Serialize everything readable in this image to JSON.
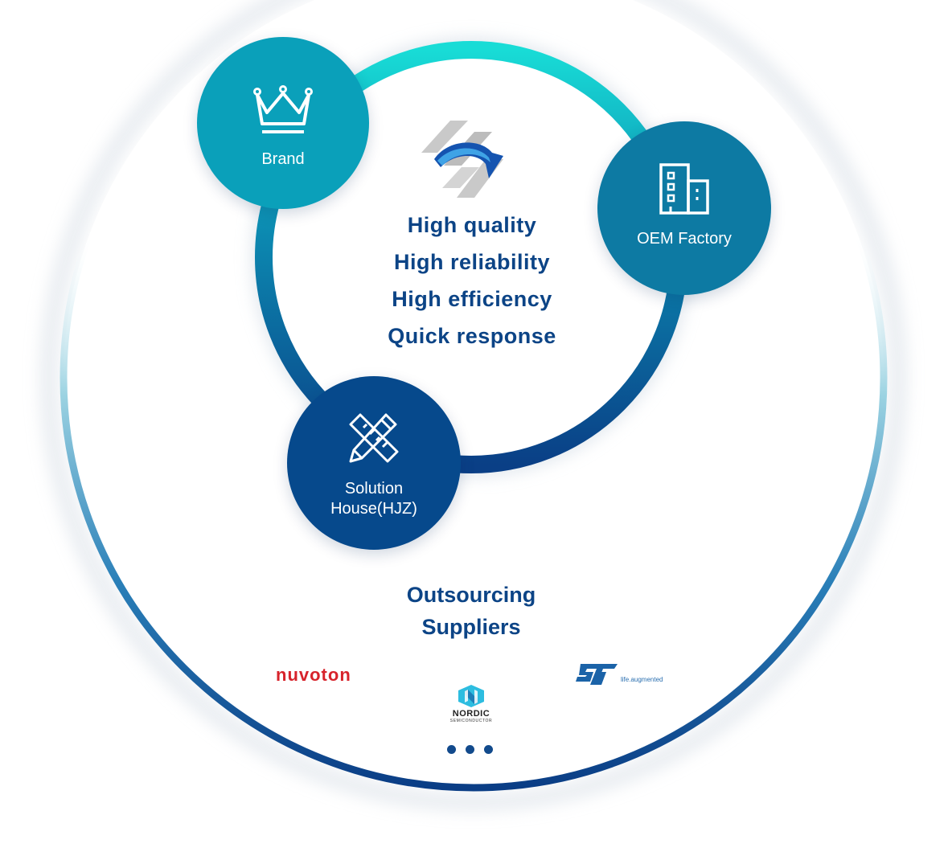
{
  "nodes": {
    "brand": {
      "label": "Brand",
      "icon": "crown-icon",
      "color": "#0aa0ba"
    },
    "oem": {
      "label": "OEM Factory",
      "icon": "building-icon",
      "color": "#0d7aa3"
    },
    "solution": {
      "label_line1": "Solution",
      "label_line2": "House(HJZ)",
      "icon": "ruler-pencil-icon",
      "color": "#06498c"
    }
  },
  "center": {
    "logo": "company-logo",
    "qualities": [
      "High quality",
      "High reliability",
      "High efficiency",
      "Quick response"
    ]
  },
  "suppliers": {
    "title_line1": "Outsourcing",
    "title_line2": "Suppliers",
    "logos": {
      "nuvoton": "nuvoTon",
      "nordic": "NORDIC",
      "nordic_sub": "SEMICONDUCTOR",
      "st_tag": "life.augmented"
    },
    "more": "more-dots"
  },
  "colors": {
    "ring_top": "#16d6d6",
    "ring_bottom": "#0a3f86",
    "text": "#0c4486",
    "nuvoton_red": "#d7232b"
  }
}
